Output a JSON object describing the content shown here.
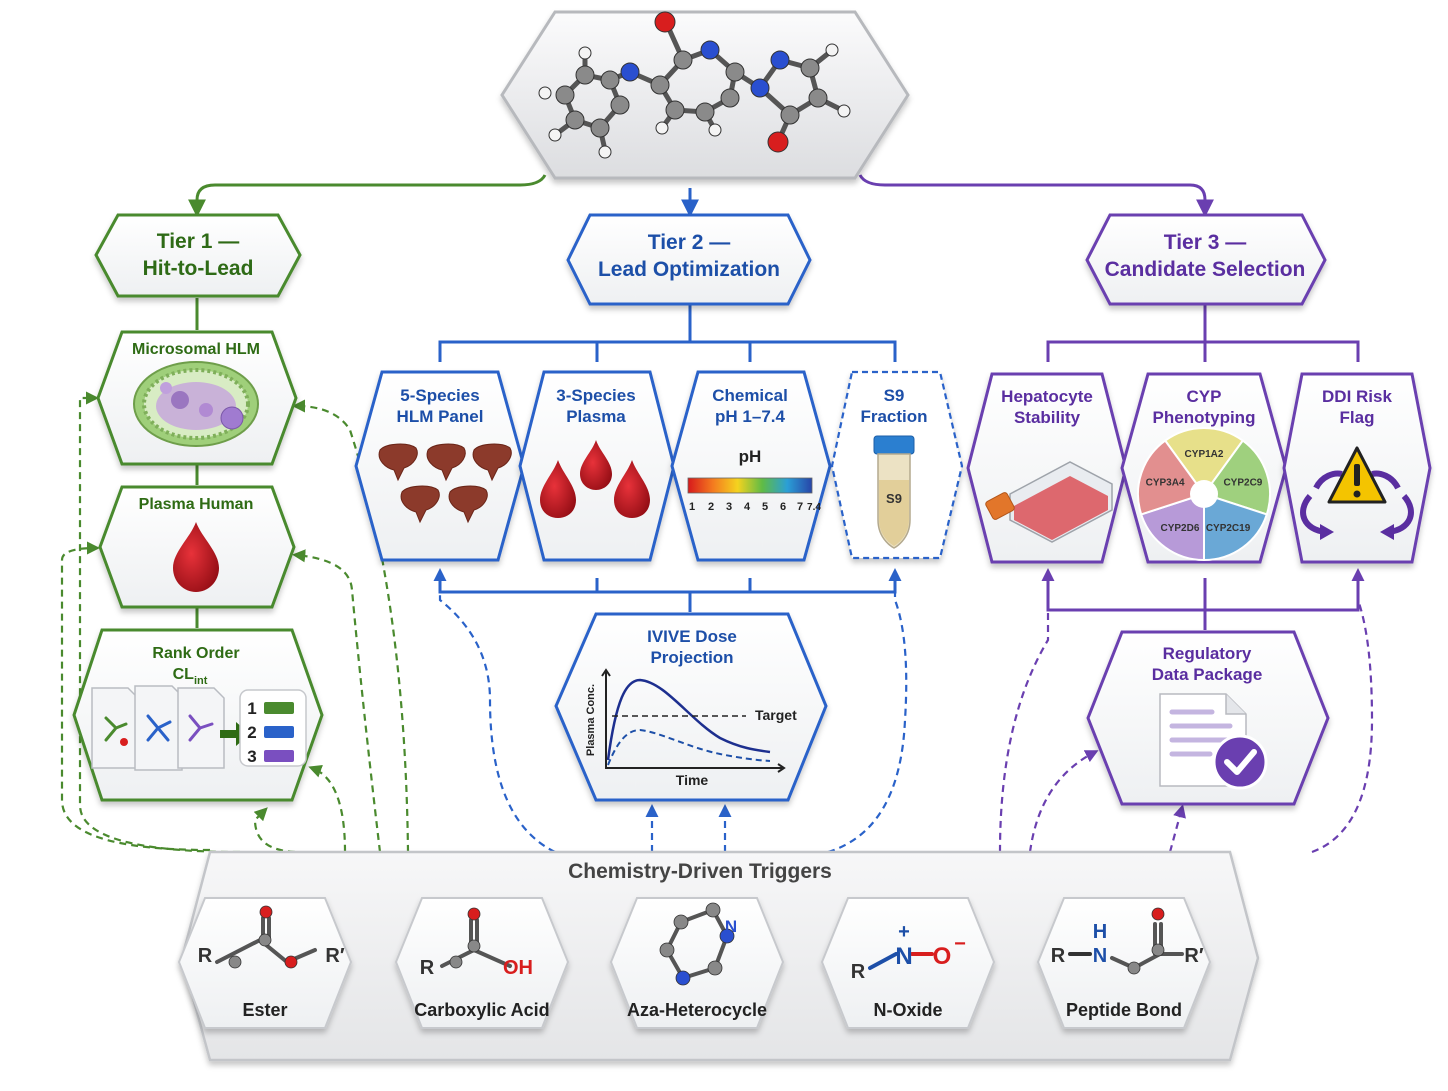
{
  "colors": {
    "tier1": "#4a8a2e",
    "tier1_text": "#2e6b14",
    "tier2": "#2a62c9",
    "tier2_text": "#1d4fa8",
    "tier3": "#6a3fb0",
    "tier3_text": "#5a2ea0",
    "panel_gray": "#e9eaec",
    "blood": "#b3121b",
    "liver": "#8c3a2b"
  },
  "top_molecule": {
    "icon": "molecule-ball-and-stick-icon"
  },
  "tier1": {
    "title_line1": "Tier 1 —",
    "title_line2": "Hit-to-Lead",
    "nodes": {
      "microsomal": {
        "label": "Microsomal HLM",
        "icon": "microsome-vesicle-icon"
      },
      "plasma": {
        "label": "Plasma Human",
        "icon": "blood-drop-icon"
      },
      "rank": {
        "label_line1": "Rank Order",
        "label_main": "CL",
        "label_sub": "int",
        "icon": "ranked-documents-icon",
        "ranks": [
          "1",
          "2",
          "3"
        ]
      }
    }
  },
  "tier2": {
    "title_line1": "Tier 2 —",
    "title_line2": "Lead Optimization",
    "nodes": {
      "hlm_panel": {
        "label_line1": "5-Species",
        "label_line2": "HLM Panel",
        "icon": "liver-icon"
      },
      "plasma3": {
        "label_line1": "3-Species",
        "label_line2": "Plasma",
        "icon": "blood-drops-icon"
      },
      "chemical_ph": {
        "label_line1": "Chemical",
        "label_line2": "pH 1–7.4",
        "scale_title": "pH",
        "scale_ticks": [
          "1",
          "2",
          "3",
          "4",
          "5",
          "6",
          "7",
          "7.4"
        ],
        "icon": "ph-scale-icon"
      },
      "s9": {
        "label_line1": "S9",
        "label_line2": "Fraction",
        "tube_label": "S9",
        "icon": "test-tube-icon"
      },
      "ivive": {
        "label_line1": "IVIVE Dose",
        "label_line2": "Projection",
        "y_axis_label": "Plasma Conc.",
        "x_axis_label": "Time",
        "target_label": "Target",
        "icon": "pk-curve-icon"
      }
    }
  },
  "tier3": {
    "title_line1": "Tier 3 —",
    "title_line2": "Candidate Selection",
    "nodes": {
      "hepatocyte": {
        "label_line1": "Hepatocyte",
        "label_line2": "Stability",
        "icon": "cell-culture-flask-icon"
      },
      "cyp": {
        "label_line1": "CYP",
        "label_line2": "Phenotyping",
        "slices": [
          "CYP1A2",
          "CYP2C9",
          "CYP2C19",
          "CYP2D6",
          "CYP3A4"
        ],
        "slice_colors": [
          "#e7e08a",
          "#9fd07e",
          "#6aa8d6",
          "#b79ad8",
          "#e28f8f"
        ],
        "icon": "cyp-pie-icon"
      },
      "ddi": {
        "label_line1": "DDI Risk",
        "label_line2": "Flag",
        "icon": "warning-cycle-icon"
      },
      "regulatory": {
        "label_line1": "Regulatory",
        "label_line2": "Data Package",
        "icon": "document-check-icon"
      }
    }
  },
  "triggers": {
    "title": "Chemistry-Driven Triggers",
    "items": [
      {
        "label": "Ester",
        "icon": "ester-structure-icon",
        "atoms": [
          "R",
          "O",
          "O",
          "R′"
        ]
      },
      {
        "label": "Carboxylic Acid",
        "icon": "carboxylic-acid-structure-icon",
        "atoms": [
          "R",
          "O",
          "OH"
        ]
      },
      {
        "label": "Aza-Heterocycle",
        "icon": "aza-heterocycle-structure-icon",
        "atoms": [
          "N",
          "N"
        ]
      },
      {
        "label": "N-Oxide",
        "icon": "n-oxide-structure-icon",
        "atoms": [
          "R",
          "N",
          "+",
          "O",
          "−"
        ]
      },
      {
        "label": "Peptide Bond",
        "icon": "peptide-bond-structure-icon",
        "atoms": [
          "R",
          "H",
          "N",
          "O",
          "R′"
        ]
      }
    ]
  }
}
